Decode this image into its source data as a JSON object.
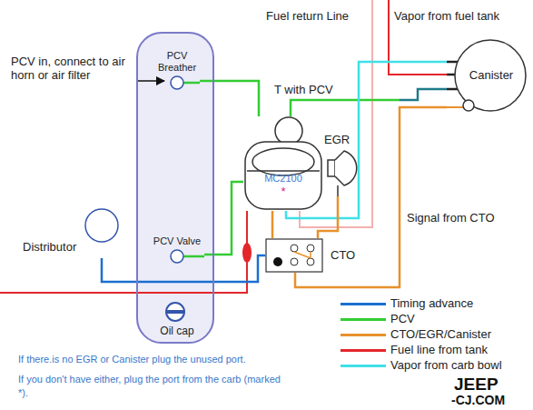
{
  "diagram": {
    "nodes": [
      {
        "text": [
          "Oil cap"
        ]
      },
      {
        "text": [
          "PCV Breather"
        ],
        "in": 0
      },
      {
        "text": [
          "PCV Valve"
        ],
        "in": 0
      },
      {
        "text": [
          "MC2100",
          "*"
        ]
      },
      {
        "text": [
          "EGR"
        ]
      },
      {
        "text": [
          "Canister"
        ]
      },
      {
        "text": [
          "CTO"
        ]
      },
      {
        "text": [
          "Distributor"
        ]
      }
    ],
    "edges": [
      {
        "from": 1,
        "to": 3,
        "arrow": "none"
      },
      {
        "from": 2,
        "to": 3,
        "arrow": "none"
      },
      {
        "from": 3,
        "to": 5,
        "arrow": "none",
        "label": "T with PCV"
      },
      {
        "from": 3,
        "to": 5,
        "arrow": "none"
      },
      {
        "from": 7,
        "to": 6,
        "arrow": "none"
      },
      {
        "from": 6,
        "to": 5,
        "arrow": "none",
        "label": "Signal from CTO"
      },
      {
        "from": 6,
        "to": 4,
        "arrow": "none"
      },
      {
        "from": 3,
        "to": 6,
        "arrow": "none"
      }
    ],
    "labels": [
      "PCV in, connect to air horn or air filter",
      "Fuel return Line",
      "Vapor from fuel tank",
      "If there.is no EGR or Canister plug the unused port.",
      "If you don't have either, plug the port from the carb (marked *).",
      "JEEP",
      "-CJ.COM"
    ],
    "legend": [
      {
        "text": "Timing advance",
        "color": "#1a6fd0"
      },
      {
        "text": "PCV",
        "color": "#33cc33"
      },
      {
        "text": "CTO/EGR/Canister",
        "color": "#e8912d"
      },
      {
        "text": "Fuel line from tank",
        "color": "#e3262b"
      },
      {
        "text": "Vapor from carb bowl",
        "color": "#40e0e8"
      }
    ]
  }
}
